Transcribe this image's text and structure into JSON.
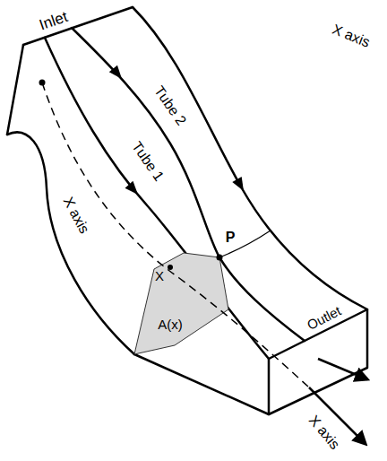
{
  "diagram": {
    "labels": [
      "Inlet",
      "Tube 2",
      "Tube 1",
      "X axis",
      "P",
      "X",
      "A(x)",
      "Outlet",
      "X axis",
      "X axis"
    ]
  }
}
